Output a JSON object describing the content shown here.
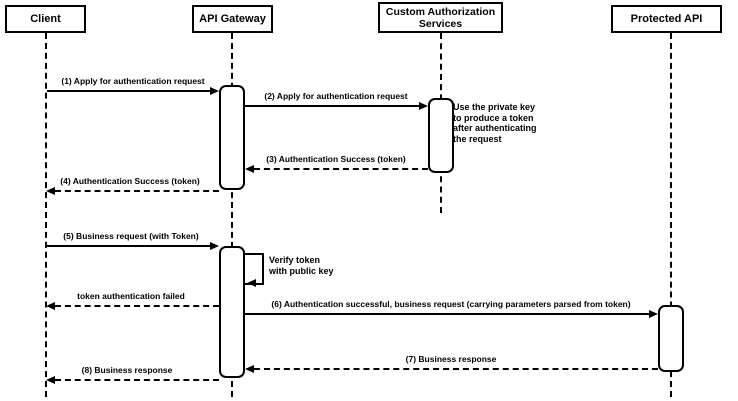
{
  "diagram_type": "sequence-diagram",
  "colors": {
    "background": "#ffffff",
    "line": "#000000",
    "box_fill": "#ffffff",
    "text": "#000000"
  },
  "actors": [
    {
      "id": "client",
      "label": "Client"
    },
    {
      "id": "api-gateway",
      "label": "API Gateway"
    },
    {
      "id": "custom-authorization-services",
      "label": "Custom Authorization Services"
    },
    {
      "id": "protected-api",
      "label": "Protected API"
    }
  ],
  "messages": [
    {
      "seq": "1",
      "label": "(1) Apply for authentication request",
      "from": "Client",
      "to": "API Gateway",
      "line": "solid"
    },
    {
      "seq": "2",
      "label": "(2) Apply for authentication request",
      "from": "API Gateway",
      "to": "Custom Authorization Services",
      "line": "solid"
    },
    {
      "seq": "3",
      "label": "(3) Authentication Success (token)",
      "from": "Custom Authorization Services",
      "to": "API Gateway",
      "line": "dashed"
    },
    {
      "seq": "4",
      "label": "(4) Authentication Success (token)",
      "from": "API Gateway",
      "to": "Client",
      "line": "dashed"
    },
    {
      "seq": "5",
      "label": "(5) Business request (with Token)",
      "from": "Client",
      "to": "API Gateway",
      "line": "solid"
    },
    {
      "seq": "self",
      "label": "Verify token\nwith public key",
      "from": "API Gateway",
      "to": "API Gateway",
      "line": "solid"
    },
    {
      "seq": "",
      "label": "token authentication failed",
      "from": "API Gateway",
      "to": "Client",
      "line": "dashed"
    },
    {
      "seq": "6",
      "label": "(6) Authentication successful, business request (carrying parameters parsed from token)",
      "from": "API Gateway",
      "to": "Protected API",
      "line": "solid"
    },
    {
      "seq": "7",
      "label": "(7) Business response",
      "from": "Protected API",
      "to": "API Gateway",
      "line": "dashed"
    },
    {
      "seq": "8",
      "label": "(8) Business response",
      "from": "API Gateway",
      "to": "Client",
      "line": "dashed"
    }
  ],
  "note": {
    "text": "Use the private key to produce a token after authenticating the request"
  }
}
